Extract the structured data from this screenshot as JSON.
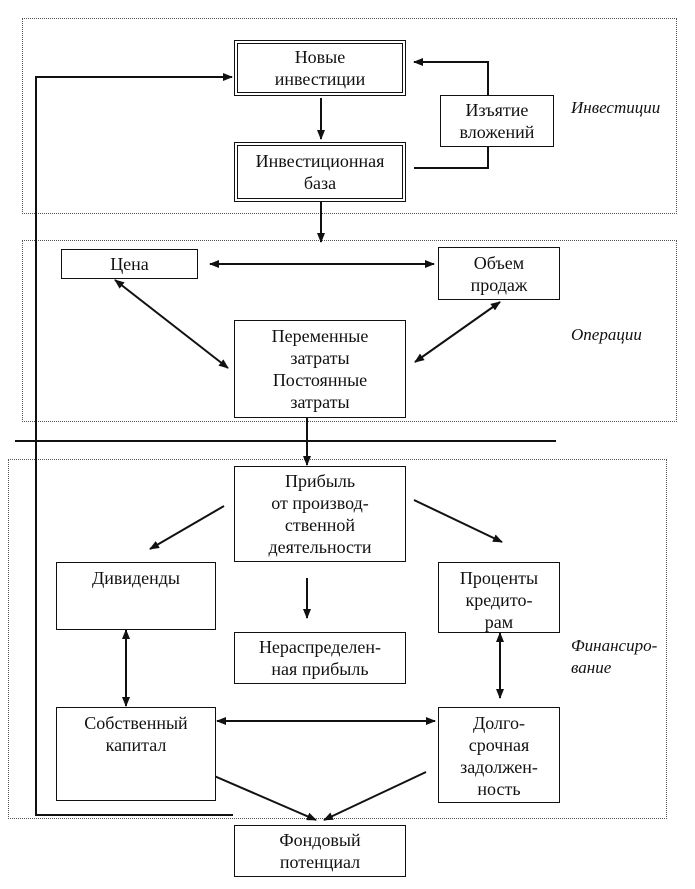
{
  "zones": {
    "investments": "Инвестиции",
    "operations": "Операции",
    "financing": "Финансиро-\nвание"
  },
  "nodes": {
    "new_investments": "Новые\nинвестиции",
    "withdrawal": "Изъятие\nвложений",
    "investment_base": "Инвестиционная\nбаза",
    "price": "Цена",
    "sales_volume": "Объем\nпродаж",
    "costs": "Переменные\nзатраты\nПостоянные\nзатраты",
    "operating_profit": "Прибыль\nот производ-\nственной\nдеятельности",
    "dividends": "Дивиденды",
    "creditor_interest": "Проценты\nкредито-\nрам",
    "retained_earnings": "Нераспределен-\nная прибыль",
    "equity": "Собственный\nкапитал",
    "long_term_debt": "Долго-\nсрочная\nзадолжен-\nность",
    "stock_potential": "Фондовый\nпотенциал"
  }
}
